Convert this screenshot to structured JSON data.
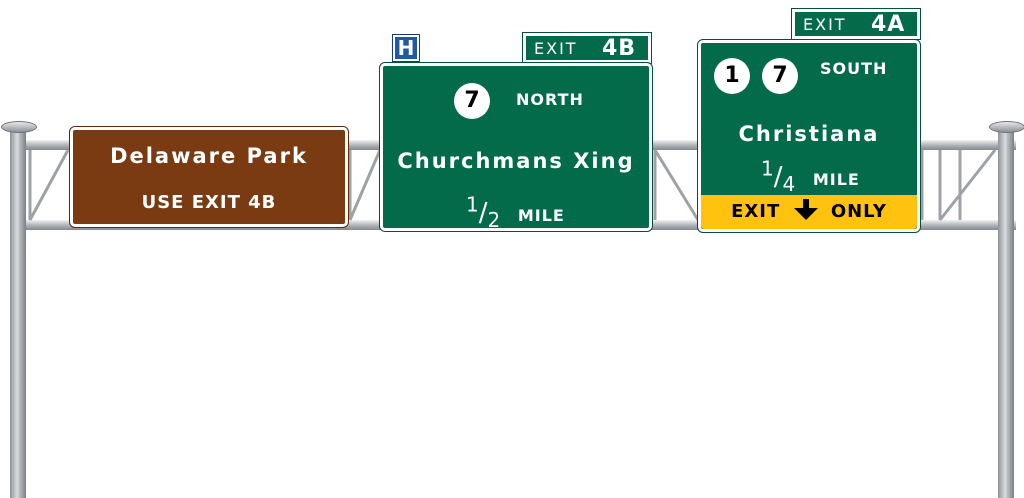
{
  "gantry": {
    "post_color": "#b9bdc1"
  },
  "colors": {
    "guide_green": "#046b4a",
    "recreation_brown": "#7a3b12",
    "exit_only_yellow": "#fec20f",
    "hospital_blue": "#1e5aa8"
  },
  "sign_left": {
    "title": "Delaware Park",
    "subtitle": "USE EXIT 4B"
  },
  "sign_center": {
    "hospital_symbol": "H",
    "exit_tab": {
      "word": "EXIT",
      "number": "4B"
    },
    "route_shield": "7",
    "direction": "NORTH",
    "destination": "Churchmans Xing",
    "distance_num": "1",
    "distance_den": "2",
    "distance_unit": "MILE"
  },
  "sign_right": {
    "exit_tab": {
      "word": "EXIT",
      "number": "4A"
    },
    "route_shields": [
      "1",
      "7"
    ],
    "direction": "SOUTH",
    "destination": "Christiana",
    "distance_num": "1",
    "distance_den": "4",
    "distance_unit": "MILE",
    "exit_only_left": "EXIT",
    "exit_only_icon": "down-arrow-icon",
    "exit_only_right": "ONLY"
  }
}
